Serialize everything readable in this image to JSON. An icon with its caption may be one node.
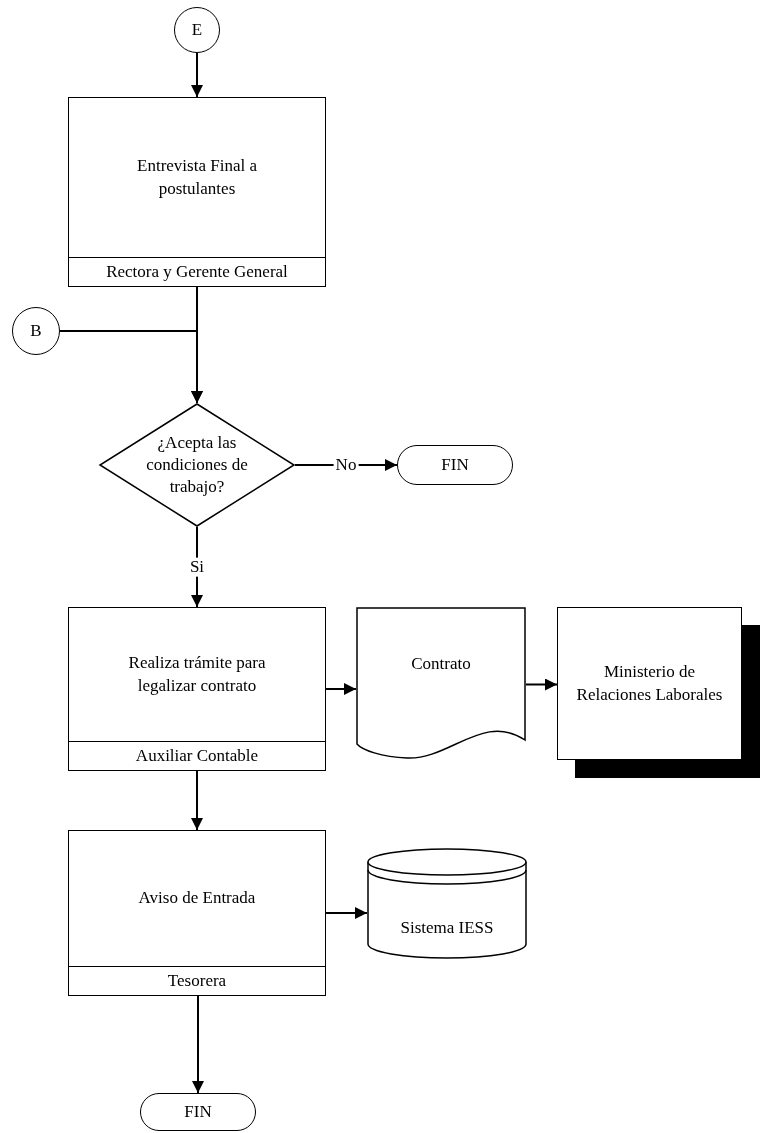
{
  "diagram": {
    "nodes": [
      {
        "text": [
          "E"
        ]
      },
      {
        "text": [
          "Entrevista Final a postulantes",
          "Rectora y Gerente General"
        ]
      },
      {
        "text": [
          "B"
        ]
      },
      {
        "text": [
          "¿Acepta las condiciones de trabajo?"
        ]
      },
      {
        "text": [
          "FIN"
        ]
      },
      {
        "text": [
          "Realiza trámite para legalizar contrato",
          "Auxiliar Contable"
        ]
      },
      {
        "text": [
          "Contrato"
        ]
      },
      {
        "text": [
          "Ministerio de Relaciones Laborales"
        ]
      },
      {
        "text": [
          "Aviso de Entrada",
          "Tesorera"
        ]
      },
      {
        "text": [
          "Sistema IESS"
        ]
      },
      {
        "text": [
          "FIN"
        ]
      }
    ],
    "edges": [
      {
        "from": 0,
        "to": 1,
        "arrow": "to"
      },
      {
        "from": 1,
        "to": 3,
        "arrow": "to"
      },
      {
        "from": 2,
        "to": 3,
        "arrow": "to"
      },
      {
        "from": 3,
        "to": 4,
        "arrow": "to",
        "label": "No"
      },
      {
        "from": 3,
        "to": 5,
        "arrow": "to",
        "label": "Si"
      },
      {
        "from": 5,
        "to": 6,
        "arrow": "to"
      },
      {
        "from": 6,
        "to": 7,
        "arrow": "to"
      },
      {
        "from": 5,
        "to": 8,
        "arrow": "to"
      },
      {
        "from": 8,
        "to": 9,
        "arrow": "to"
      },
      {
        "from": 8,
        "to": 10,
        "arrow": "to"
      }
    ]
  }
}
